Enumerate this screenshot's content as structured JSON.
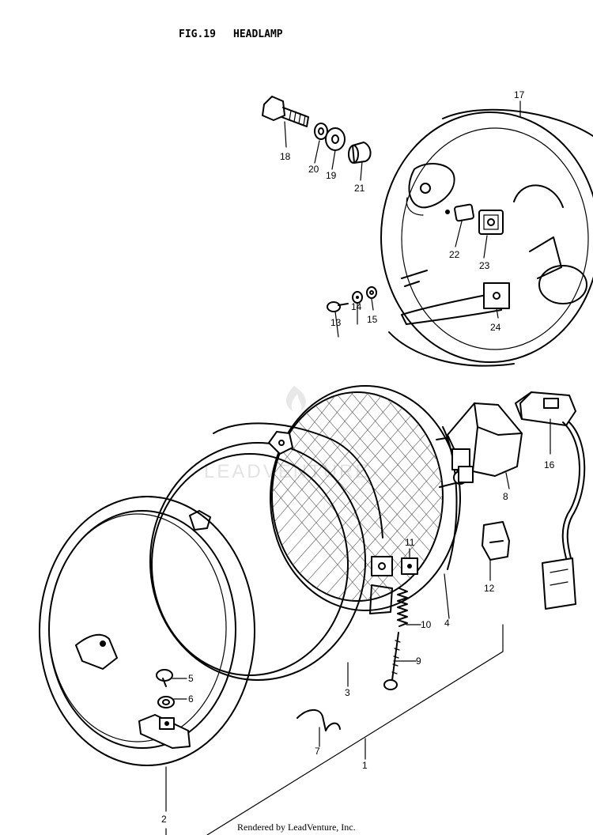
{
  "header": {
    "figure": "FIG.19",
    "title": "HEADLAMP"
  },
  "callouts": [
    {
      "id": "1",
      "text": "1"
    },
    {
      "id": "2",
      "text": "2"
    },
    {
      "id": "3",
      "text": "3"
    },
    {
      "id": "4",
      "text": "4"
    },
    {
      "id": "5",
      "text": "5"
    },
    {
      "id": "6",
      "text": "6"
    },
    {
      "id": "7",
      "text": "7"
    },
    {
      "id": "8",
      "text": "8"
    },
    {
      "id": "9",
      "text": "9"
    },
    {
      "id": "10",
      "text": "10"
    },
    {
      "id": "11",
      "text": "11"
    },
    {
      "id": "12",
      "text": "12"
    },
    {
      "id": "13",
      "text": "13"
    },
    {
      "id": "14",
      "text": "14"
    },
    {
      "id": "15",
      "text": "15"
    },
    {
      "id": "16",
      "text": "16"
    },
    {
      "id": "17",
      "text": "17"
    },
    {
      "id": "18",
      "text": "18"
    },
    {
      "id": "19",
      "text": "19"
    },
    {
      "id": "20",
      "text": "20"
    },
    {
      "id": "21",
      "text": "21"
    },
    {
      "id": "22",
      "text": "22"
    },
    {
      "id": "23",
      "text": "23"
    },
    {
      "id": "24",
      "text": "24"
    }
  ],
  "watermark": {
    "text": "LEADVENTURE"
  },
  "footer": {
    "credit": "Rendered by LeadVenture, Inc."
  }
}
